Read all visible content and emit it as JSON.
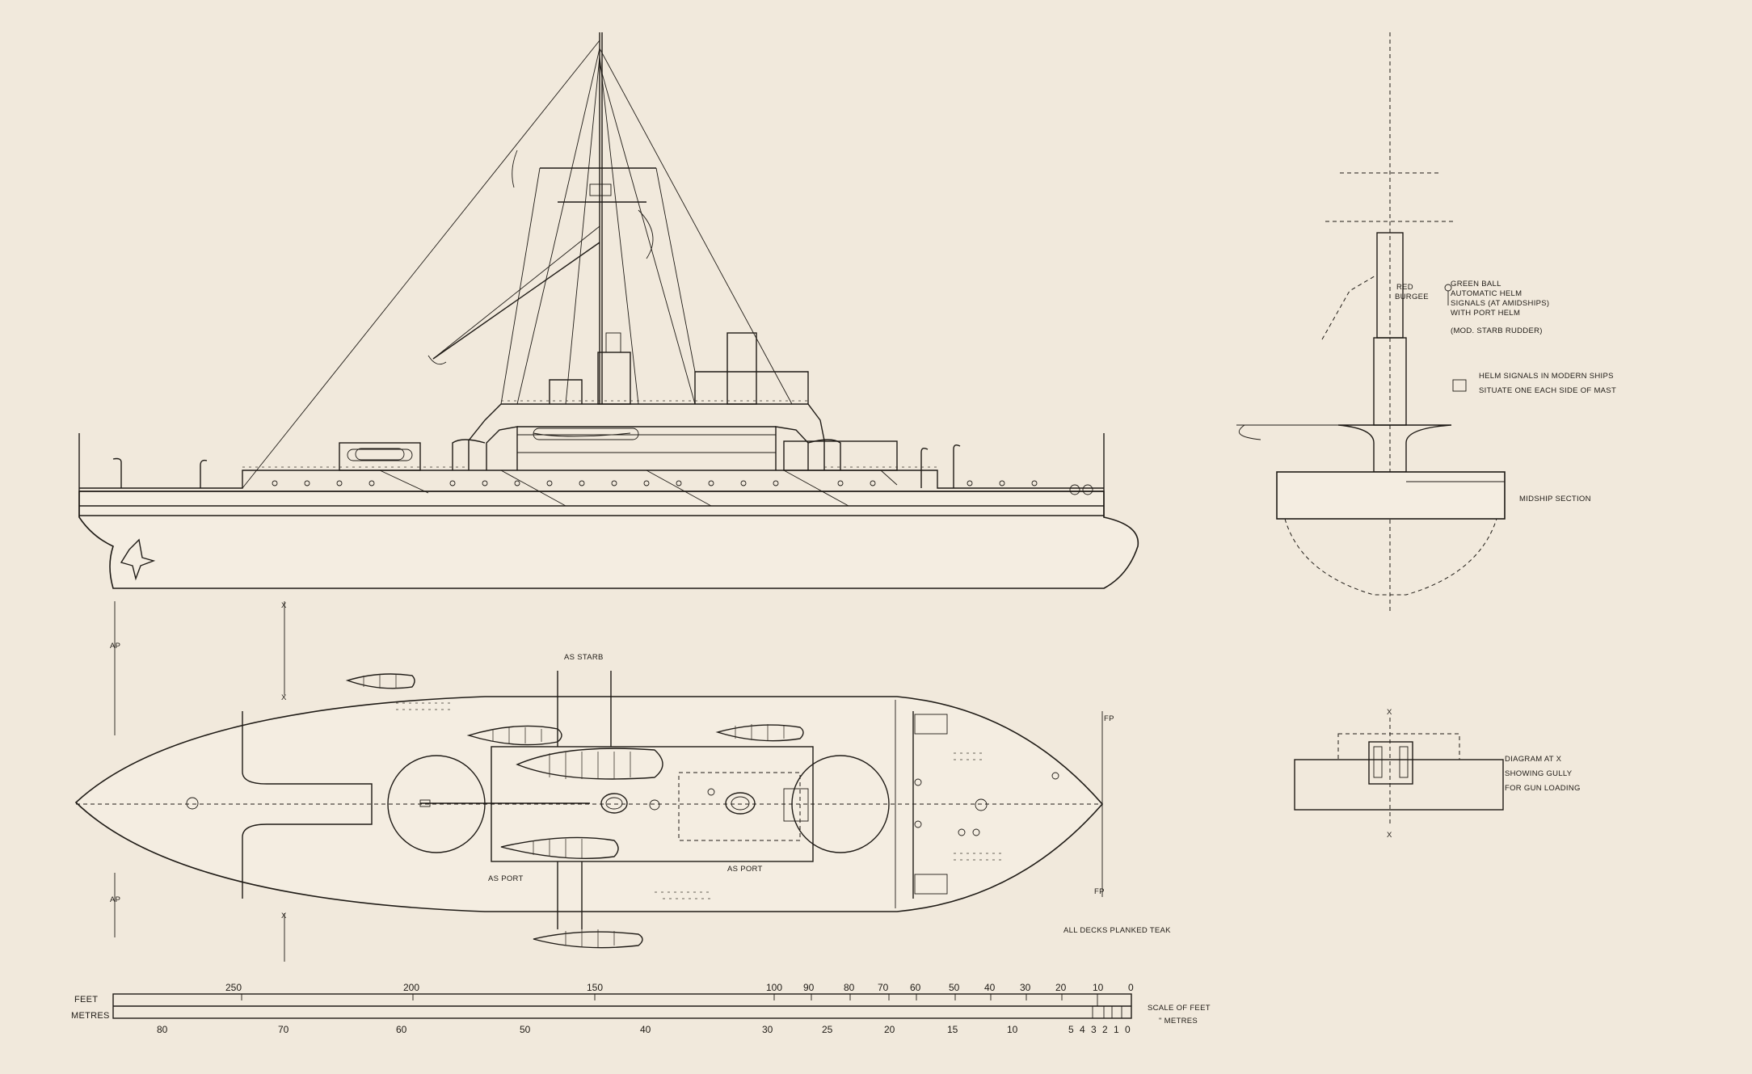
{
  "labels": {
    "green_ball": "GREEN BALL",
    "automatic_helm": "AUTOMATIC HELM",
    "signals_amidships": "SIGNALS (AT AMIDSHIPS)",
    "with_port_helm": "WITH PORT HELM",
    "mod_starb_rudder": "(MOD. STARB RUDDER)",
    "red": "RED",
    "burgee": "BURGEE",
    "helm_signals_modern": "HELM SIGNALS IN MODERN SHIPS",
    "situate_each_side": "SITUATE ONE EACH SIDE OF MAST",
    "midship_section": "MIDSHIP SECTION",
    "diagram_at_x": "DIAGRAM AT X",
    "showing_gully": "SHOWING GULLY",
    "for_gun_loading": "FOR GUN LOADING",
    "as_starb": "AS STARB",
    "as_port_left": "AS PORT",
    "as_port_right": "AS PORT",
    "ap_top": "AP",
    "ap_bottom": "AP",
    "fp_top": "FP",
    "fp_bottom": "FP",
    "x_marks": [
      "X",
      "X",
      "X",
      "X",
      "X"
    ],
    "all_decks": "ALL DECKS PLANKED TEAK"
  },
  "scale": {
    "feet_label": "FEET",
    "metres_label": "METRES",
    "feet_ticks": [
      "250",
      "200",
      "150",
      "100",
      "90",
      "80",
      "70",
      "60",
      "50",
      "40",
      "30",
      "20",
      "10",
      "0"
    ],
    "metre_ticks": [
      "80",
      "70",
      "60",
      "50",
      "40",
      "30",
      "25",
      "20",
      "15",
      "10",
      "5",
      "4",
      "3",
      "2",
      "1",
      "0"
    ],
    "caption_feet": "SCALE OF FEET",
    "caption_metres": "\" METRES"
  }
}
